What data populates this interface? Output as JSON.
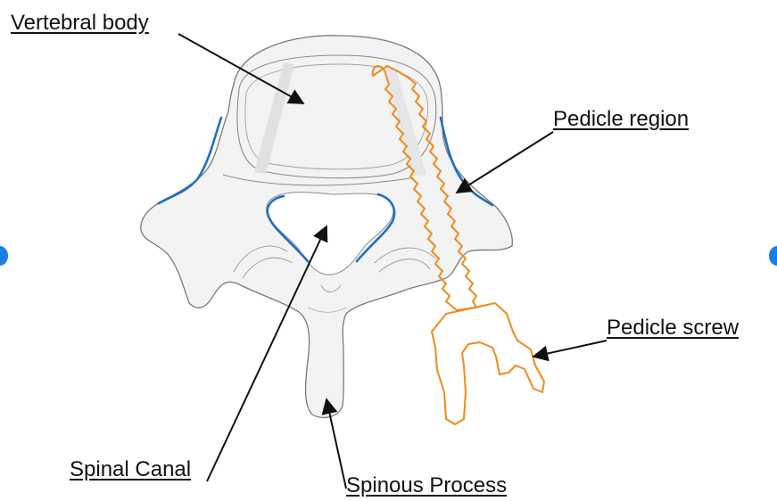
{
  "labels": {
    "vertebral_body": "Vertebral body",
    "pedicle_region": "Pedicle region",
    "pedicle_screw": "Pedicle screw",
    "spinal_canal": "Spinal Canal",
    "spinous_process": "Spinous Process"
  },
  "colors": {
    "bone_fill": "#f3f3f4",
    "bone_outline": "#7a7a7a",
    "pedicle_outline": "#1f6fc2",
    "screw": "#f08a1c",
    "arrow": "#111111",
    "nav": "#1a7fe6"
  }
}
